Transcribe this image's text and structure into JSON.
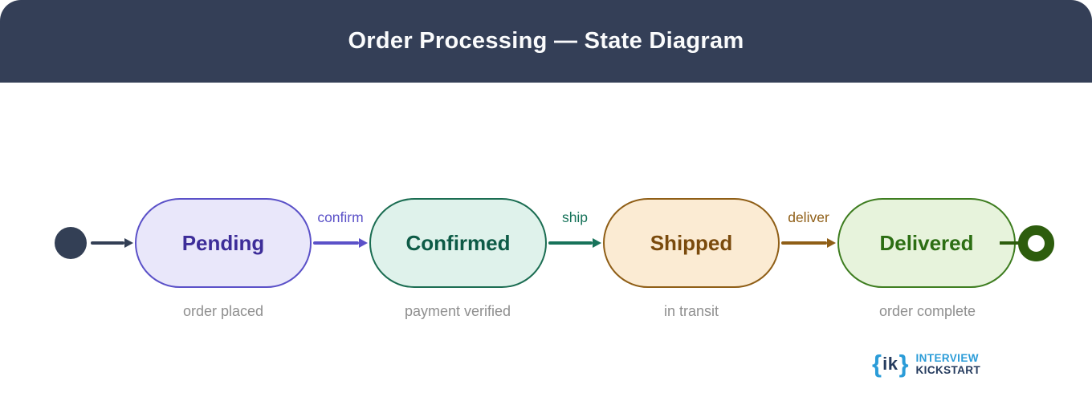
{
  "header": {
    "title": "Order Processing — State Diagram",
    "background": "#343F57",
    "text_color": "#FAFBFC"
  },
  "diagram": {
    "start_node_color": "#333F55",
    "end_node_color": "#2D5D0D",
    "sublabel_color": "#8F8F8F",
    "states": [
      {
        "label": "Pending",
        "sublabel": "order placed",
        "fill": "#E9E7FA",
        "border": "#5B51C8",
        "text_color": "#3D2D99"
      },
      {
        "label": "Confirmed",
        "sublabel": "payment verified",
        "fill": "#DFF2EB",
        "border": "#1B6D52",
        "text_color": "#0D5B46"
      },
      {
        "label": "Shipped",
        "sublabel": "in transit",
        "fill": "#FBEBD3",
        "border": "#8F5E16",
        "text_color": "#7A4A0C"
      },
      {
        "label": "Delivered",
        "sublabel": "order complete",
        "fill": "#E7F3DC",
        "border": "#3E7D20",
        "text_color": "#2C6E13"
      }
    ],
    "transitions": [
      {
        "from": "Pending",
        "to": "Confirmed",
        "label": "confirm",
        "color": "#5B51C8"
      },
      {
        "from": "Confirmed",
        "to": "Shipped",
        "label": "ship",
        "color": "#17735A"
      },
      {
        "from": "Shipped",
        "to": "Delivered",
        "label": "deliver",
        "color": "#8F5E16"
      }
    ]
  },
  "footer": {
    "logo": {
      "brace_open": "{",
      "monogram": "ik",
      "brace_close": "}",
      "line1": "INTERVIEW",
      "line2": "KICKSTART",
      "accent_color": "#2B9CD8",
      "dark_color": "#253B5E"
    }
  }
}
